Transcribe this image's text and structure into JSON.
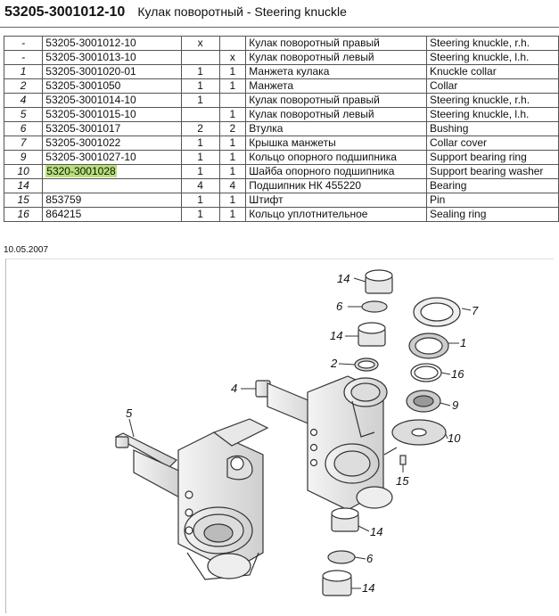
{
  "header": {
    "part_number": "53205-3001012-10",
    "title": "Кулак поворотный  -  Steering knuckle"
  },
  "rows": [
    {
      "pos": "-",
      "number": "53205-3001012-10",
      "r": "x",
      "l": "",
      "ru": "Кулак поворотный правый",
      "en": "Steering knuckle, r.h."
    },
    {
      "pos": "-",
      "number": "53205-3001013-10",
      "r": "",
      "l": "x",
      "ru": "Кулак поворотный левый",
      "en": "Steering knuckle, l.h."
    },
    {
      "pos": "1",
      "number": "53205-3001020-01",
      "r": "1",
      "l": "1",
      "ru": "Манжета кулака",
      "en": "Knuckle collar"
    },
    {
      "pos": "2",
      "number": "53205-3001050",
      "r": "1",
      "l": "1",
      "ru": "Манжета",
      "en": "Collar"
    },
    {
      "pos": "4",
      "number": "53205-3001014-10",
      "r": "1",
      "l": "",
      "ru": "Кулак поворотный правый",
      "en": "Steering knuckle, r.h."
    },
    {
      "pos": "5",
      "number": "53205-3001015-10",
      "r": "",
      "l": "1",
      "ru": "Кулак поворотный левый",
      "en": "Steering knuckle, l.h."
    },
    {
      "pos": "6",
      "number": "53205-3001017",
      "r": "2",
      "l": "2",
      "ru": "Втулка",
      "en": "Bushing"
    },
    {
      "pos": "7",
      "number": "53205-3001022",
      "r": "1",
      "l": "1",
      "ru": "Крышка манжеты",
      "en": "Collar cover"
    },
    {
      "pos": "9",
      "number": "53205-3001027-10",
      "r": "1",
      "l": "1",
      "ru": "Кольцо опорного подшипника",
      "en": "Support bearing ring"
    },
    {
      "pos": "10",
      "number": "5320-3001028",
      "r": "1",
      "l": "1",
      "ru": "Шайба опорного подшипника",
      "en": "Support bearing washer",
      "highlight": true
    },
    {
      "pos": "14",
      "number": "",
      "r": "4",
      "l": "4",
      "ru": "Подшипник НК 455220",
      "en": "Bearing"
    },
    {
      "pos": "15",
      "number": "853759",
      "r": "1",
      "l": "1",
      "ru": "Штифт",
      "en": "Pin"
    },
    {
      "pos": "16",
      "number": "864215",
      "r": "1",
      "l": "1",
      "ru": "Кольцо уплотнительное",
      "en": "Sealing ring"
    }
  ],
  "date": "10.05.2007",
  "diagram": {
    "callouts": [
      "14",
      "6",
      "14",
      "2",
      "4",
      "5",
      "7",
      "1",
      "16",
      "9",
      "10",
      "15",
      "14",
      "6",
      "14"
    ],
    "highlight_color": "#b8e07a"
  }
}
